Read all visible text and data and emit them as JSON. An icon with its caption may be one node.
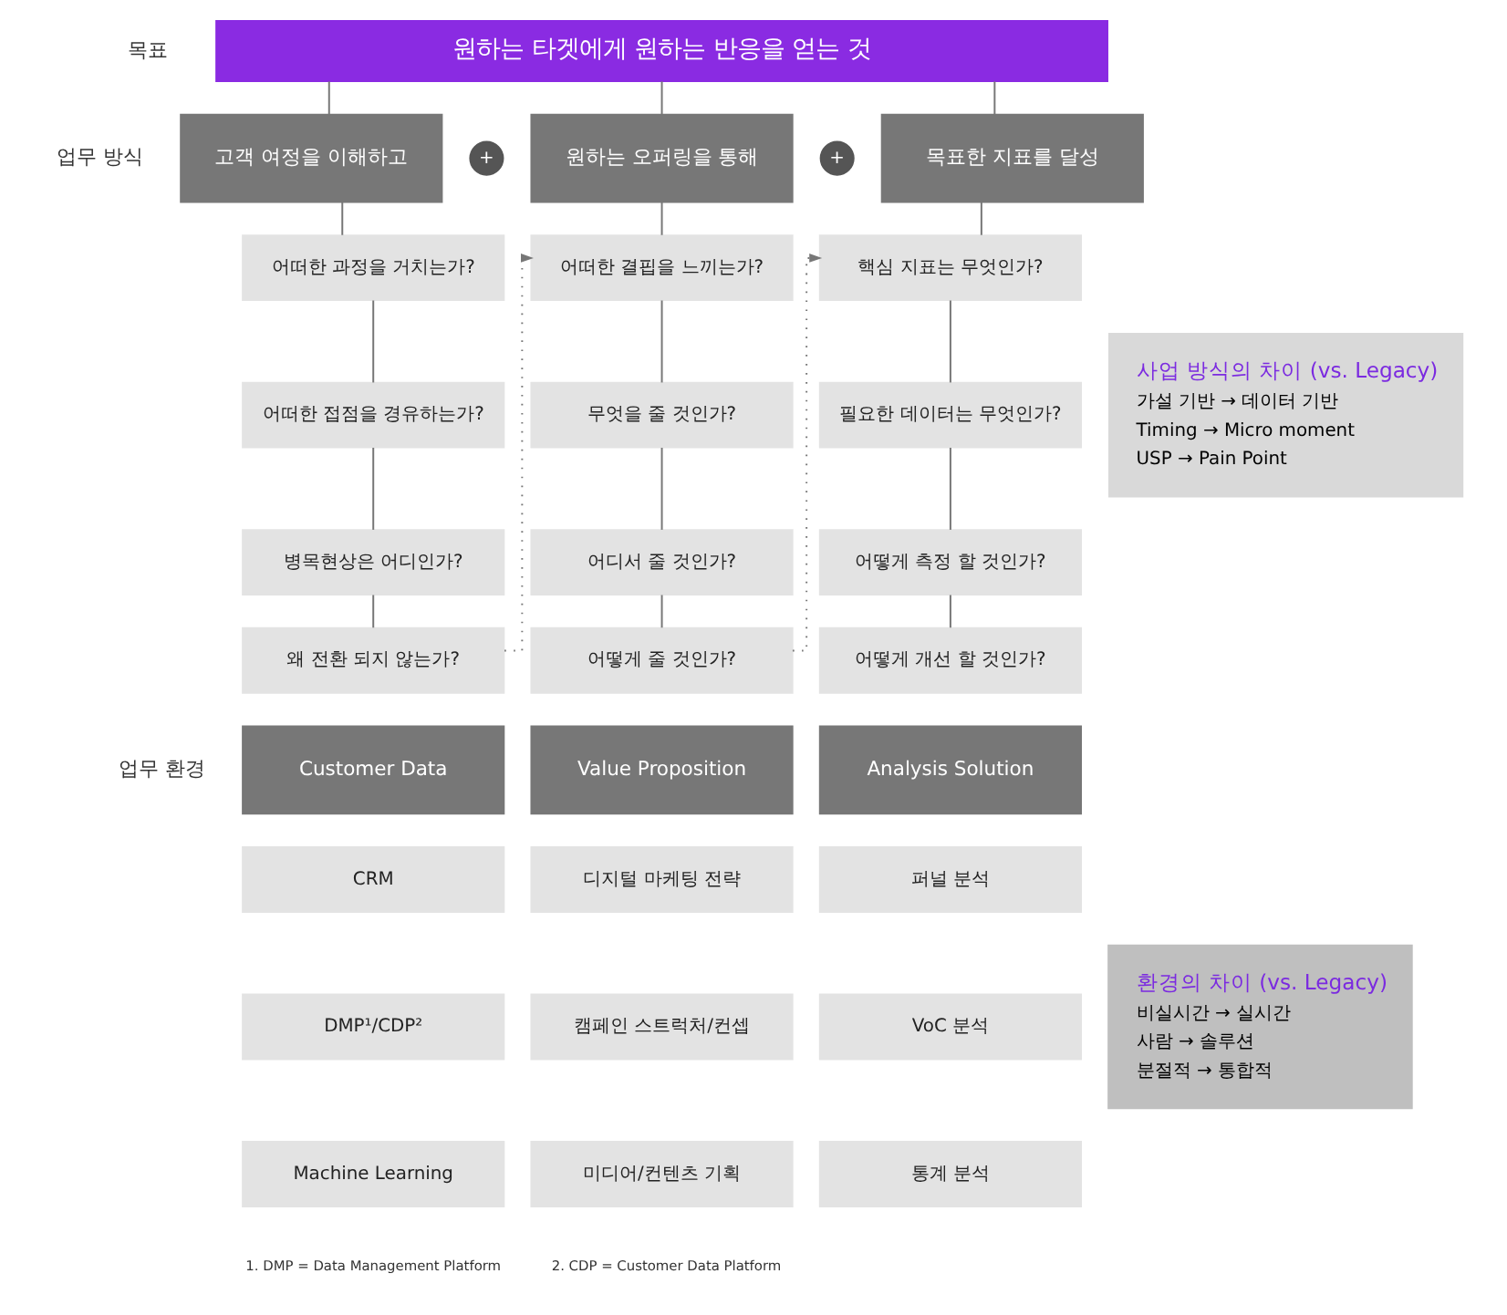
{
  "diagram": {
    "nodes": [
      {
        "text": [
          "원하는 타겟에게 원하는 반응을 얻는 것"
        ]
      },
      {
        "text": [
          "고객 여정을 이해하고"
        ]
      },
      {
        "text": [
          "+"
        ]
      },
      {
        "text": [
          "원하는 오퍼링을 통해"
        ]
      },
      {
        "text": [
          "+"
        ]
      },
      {
        "text": [
          "목표한 지표를 달성"
        ]
      },
      {
        "text": [
          "어떠한 과정을 거치는가?"
        ]
      },
      {
        "text": [
          "어떠한 결핍을 느끼는가?"
        ]
      },
      {
        "text": [
          "핵심 지표는 무엇인가?"
        ]
      },
      {
        "text": [
          "어떠한 접점을 경유하는가?"
        ]
      },
      {
        "text": [
          "무엇을 줄 것인가?"
        ]
      },
      {
        "text": [
          "필요한 데이터는 무엇인가?"
        ]
      },
      {
        "text": [
          "병목현상은 어디인가?"
        ]
      },
      {
        "text": [
          "어디서 줄 것인가?"
        ]
      },
      {
        "text": [
          "어떻게 측정 할 것인가?"
        ]
      },
      {
        "text": [
          "왜 전환 되지 않는가?"
        ]
      },
      {
        "text": [
          "어떻게 줄 것인가?"
        ]
      },
      {
        "text": [
          "어떻게 개선 할 것인가?"
        ]
      },
      {
        "text": [
          "Customer Data"
        ]
      },
      {
        "text": [
          "Value Proposition"
        ]
      },
      {
        "text": [
          "Analysis Solution"
        ]
      },
      {
        "text": [
          "CRM"
        ]
      },
      {
        "text": [
          "디지털 마케팅 전략"
        ]
      },
      {
        "text": [
          "퍼널 분석"
        ]
      },
      {
        "text": [
          "DMP¹/CDP²"
        ]
      },
      {
        "text": [
          "캠페인 스트럭처/컨셉"
        ]
      },
      {
        "text": [
          "VoC 분석"
        ]
      },
      {
        "text": [
          "Machine Learning"
        ]
      },
      {
        "text": [
          "미디어/컨텐츠 기획"
        ]
      },
      {
        "text": [
          "통계 분석"
        ]
      },
      {
        "text": [
          "사업 방식의 차이 (vs. Legacy)",
          "가설 기반 → 데이터 기반",
          "Timing → Micro moment",
          "USP → Pain Point"
        ]
      },
      {
        "text": [
          "환경의 차이 (vs. Legacy)",
          "비실시간 → 실시간",
          "사람 → 솔루션",
          "분절적 → 통합적"
        ]
      }
    ],
    "edges": [
      {
        "from": 0,
        "to": 1,
        "arrow": "none"
      },
      {
        "from": 0,
        "to": 3,
        "arrow": "none"
      },
      {
        "from": 0,
        "to": 5,
        "arrow": "none"
      },
      {
        "from": 1,
        "to": 6,
        "arrow": "none"
      },
      {
        "from": 6,
        "to": 9,
        "arrow": "none"
      },
      {
        "from": 9,
        "to": 12,
        "arrow": "none"
      },
      {
        "from": 12,
        "to": 15,
        "arrow": "none"
      },
      {
        "from": 3,
        "to": 7,
        "arrow": "none"
      },
      {
        "from": 7,
        "to": 10,
        "arrow": "none"
      },
      {
        "from": 10,
        "to": 13,
        "arrow": "none"
      },
      {
        "from": 13,
        "to": 16,
        "arrow": "none"
      },
      {
        "from": 5,
        "to": 8,
        "arrow": "none"
      },
      {
        "from": 8,
        "to": 11,
        "arrow": "none"
      },
      {
        "from": 11,
        "to": 14,
        "arrow": "none"
      },
      {
        "from": 14,
        "to": 17,
        "arrow": "none"
      },
      {
        "from": 15,
        "to": 7,
        "arrow": "to",
        "style": "dashed"
      },
      {
        "from": 16,
        "to": 8,
        "arrow": "to",
        "style": "dashed"
      }
    ],
    "labels": [
      "목표",
      "업무 방식",
      "업무 환경",
      "1. DMP = Data Management Platform",
      "2. CDP = Customer Data Platform"
    ]
  }
}
